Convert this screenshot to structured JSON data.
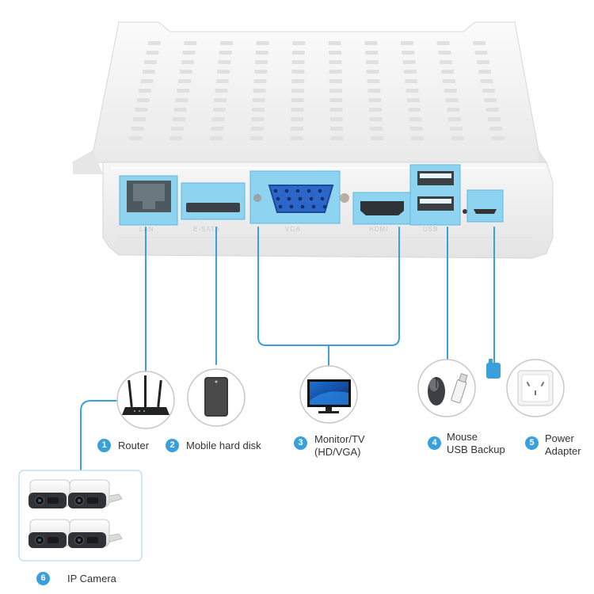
{
  "ports": {
    "lan": "LAN",
    "esata": "E-SATA",
    "vga": "VGA",
    "hdmi": "HDMI",
    "usb": "USB"
  },
  "devices": [
    {
      "number": "1",
      "label": "Router",
      "icon": "router-icon"
    },
    {
      "number": "2",
      "label": "Mobile hard disk",
      "icon": "hard-disk-icon"
    },
    {
      "number": "3",
      "label_line1": "Monitor/TV",
      "label_line2": "(HD/VGA)",
      "icon": "monitor-icon"
    },
    {
      "number": "4",
      "label_line1": "Mouse",
      "label_line2": "USB Backup",
      "icon": "mouse-usb-icon"
    },
    {
      "number": "5",
      "label_line1": "Power",
      "label_line2": "Adapter",
      "icon": "power-outlet-icon"
    },
    {
      "number": "6",
      "label": "IP Camera",
      "icon": "ip-camera-icon"
    }
  ],
  "colors": {
    "accent": "#3aa0dc",
    "port_fill": "#8ed3ef",
    "device_body": "#f3f3f3"
  }
}
